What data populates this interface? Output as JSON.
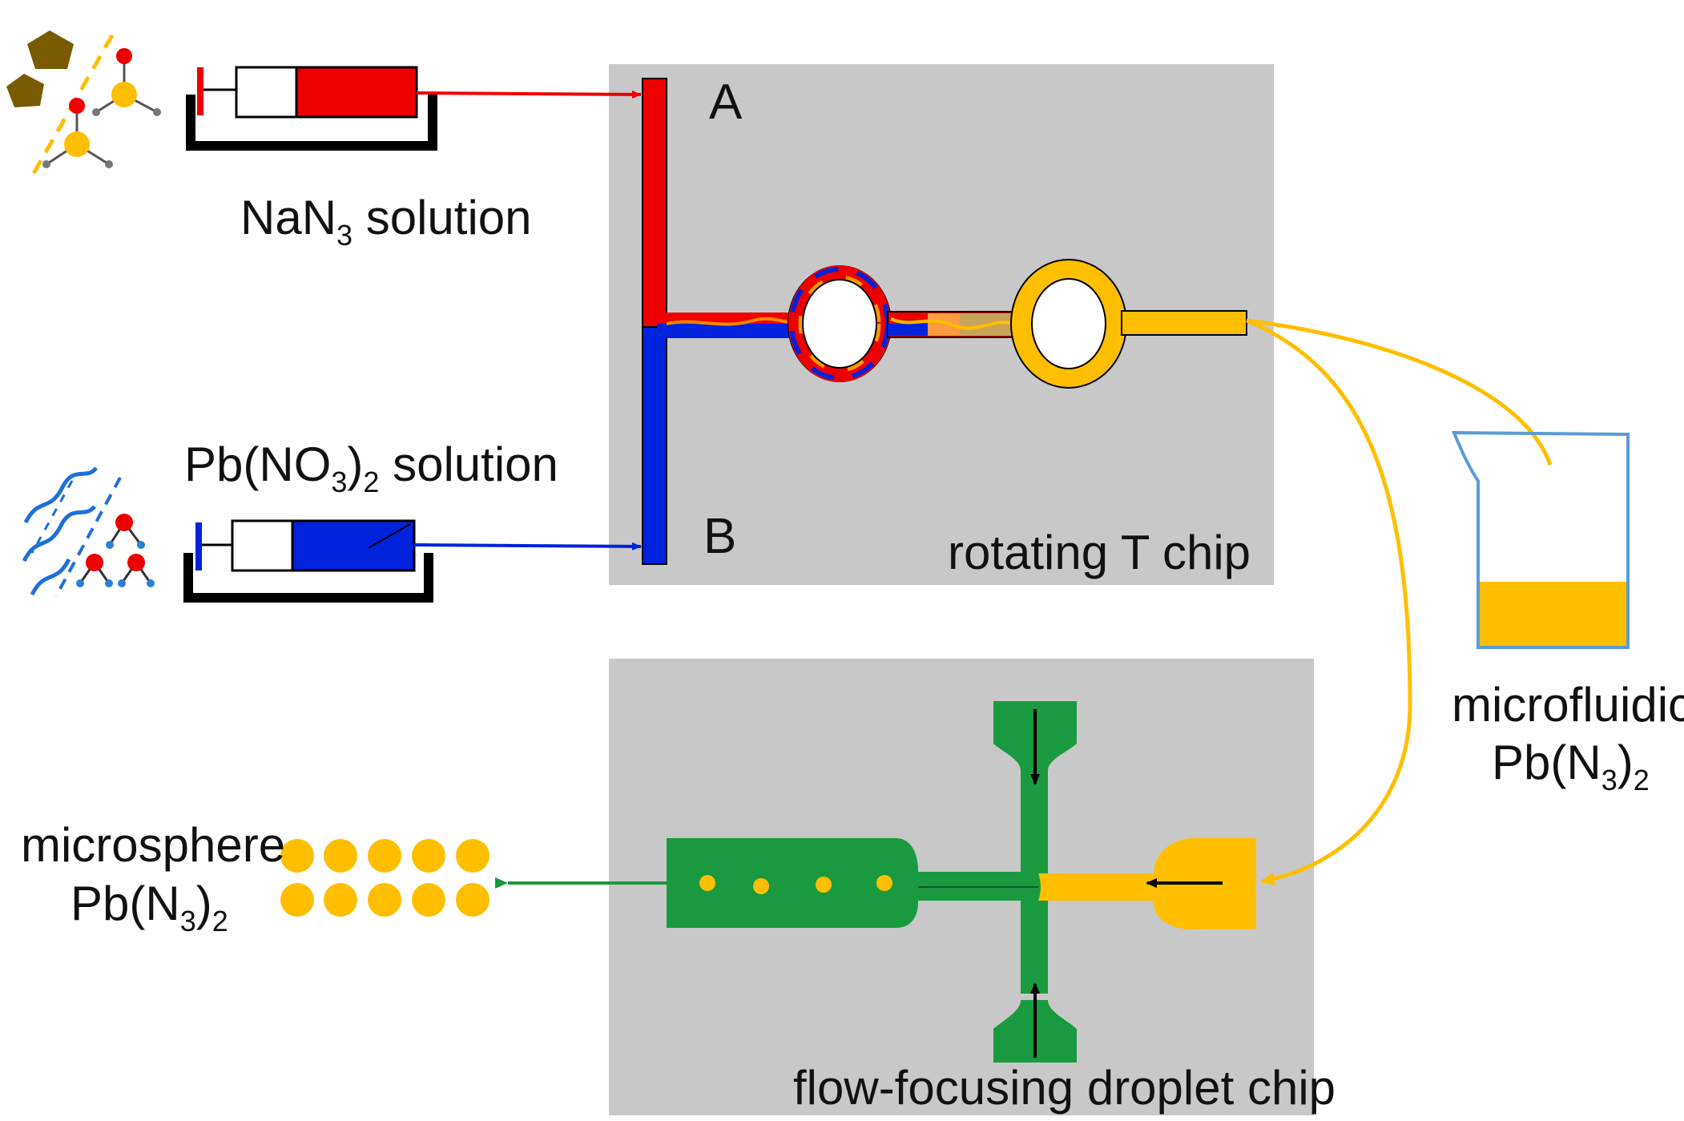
{
  "labels": {
    "nan3": {
      "main": "NaN",
      "sub": "3",
      "rest": " solution"
    },
    "pbno3": {
      "a": "Pb(NO",
      "sub1": "3",
      "b": ")",
      "sub2": "2",
      "c": " solution"
    },
    "inlet_a": "A",
    "inlet_b": "B",
    "rotating_chip": "rotating T chip",
    "droplet_chip": "flow-focusing droplet chip",
    "microfluidic": {
      "line1": "microfluidic",
      "a": "Pb(N",
      "sub1": "3",
      "b": ")",
      "sub2": "2"
    },
    "microsphere": {
      "line1": "microsphere",
      "a": "Pb(N",
      "sub1": "3",
      "b": ")",
      "sub2": "2"
    }
  },
  "colors": {
    "red": "#ee0000",
    "blue": "#0022dd",
    "yellow": "#ffbf00",
    "green": "#1a9a3e",
    "chip_bg": "#c8c8c8",
    "beaker": "#5b9bd5",
    "brown": "#7a5a00",
    "ink": "#000000"
  }
}
